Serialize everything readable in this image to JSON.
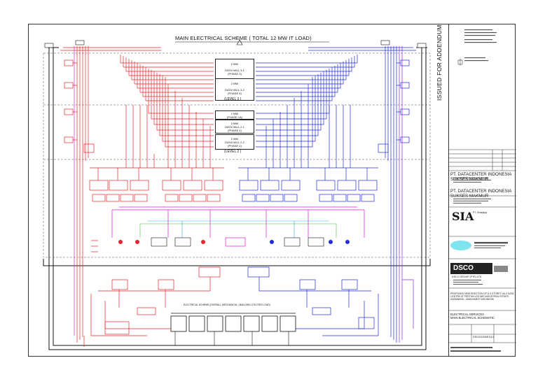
{
  "drawing": {
    "title": "MAIN ELECTRICAL SCHEME ( TOTAL 12 MW IT LOAD)",
    "level3_label": "(LEVEL 3 )",
    "level2_label": "(LEVEL 2 )",
    "note_lower": "ELECTRICAL SCHEME (OVERALL MECHANICAL / BUILDING UTILITIES LOAD)",
    "loads_level3": [
      {
        "mw": "2 MW",
        "hall": "DATA HALL 3-1",
        "phase": "(PHASE 3)"
      },
      {
        "mw": "2 MW",
        "hall": "DATA HALL 3-2",
        "phase": "(PHASE 4)"
      }
    ],
    "loads_level2": [
      {
        "mw": "1 MW",
        "hall": "",
        "phase": "(PHASE 1A)"
      },
      {
        "mw": "2 MW",
        "hall": "DATA HALL 2-1",
        "phase": "(PHASE 1)"
      },
      {
        "mw": "2 MW",
        "hall": "DATA HALL 2-2",
        "phase": "(PHASE 2)"
      }
    ],
    "colors": {
      "red": "#e8232a",
      "blue": "#1f2bdc",
      "magenta": "#d91bd4",
      "violet": "#8a2be2",
      "green": "#3fbf3f",
      "cyan": "#2ab3d6",
      "black": "#111111"
    }
  },
  "title_block": {
    "issued_label": "ISSUED FOR ADDENDUM",
    "client_name": "PT. DATACENTER INDONESIA SUKSES MAKMUR",
    "owner_name": "PT. DATACENTER INDONESIA SUKSES MAKMUR",
    "consultant_logo": "SIA",
    "consultant_name": "PT. Sinarjaya",
    "designer_logo": "DSCO",
    "designer_name": "DSCO GROUP (PTE) LTD",
    "project": "PROPOSED NEW ERECTION OF A 3-STOREY 4A-3 DATA CENTRE AT PERTIWI LESTARI INDUSTRIAL ESTATE, KARAWANG, JAWA BARAT INDONESIA",
    "drawing_title_1": "ELECTRICAL SERVICES",
    "drawing_title_2": "MAIN ELECTRICAL SCHEMATIC",
    "drawing_no": "DSCO/1209/E/11/1"
  }
}
